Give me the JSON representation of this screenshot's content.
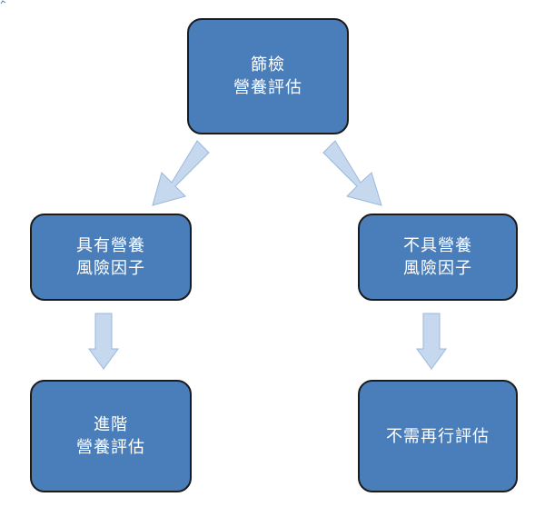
{
  "nodes": {
    "screen": {
      "line1": "篩檢",
      "line2": "營養評估"
    },
    "risk": {
      "line1": "具有營養",
      "line2": "風險因子"
    },
    "norisk": {
      "line1": "不具營養",
      "line2": "風險因子"
    },
    "advanced": {
      "line1": "進階",
      "line2": "營養評估"
    },
    "noneed": {
      "line1": "不需再行評估"
    }
  },
  "edges": [
    {
      "from": "screen",
      "to": "risk"
    },
    {
      "from": "screen",
      "to": "norisk"
    },
    {
      "from": "risk",
      "to": "advanced"
    },
    {
      "from": "norisk",
      "to": "noneed"
    }
  ],
  "colors": {
    "box_fill": "#4a7ebb",
    "box_border": "#1b1b1b",
    "box_text": "#ffffff",
    "arrow_fill": "#c5d8ee",
    "arrow_stroke": "#9ab8dc"
  }
}
